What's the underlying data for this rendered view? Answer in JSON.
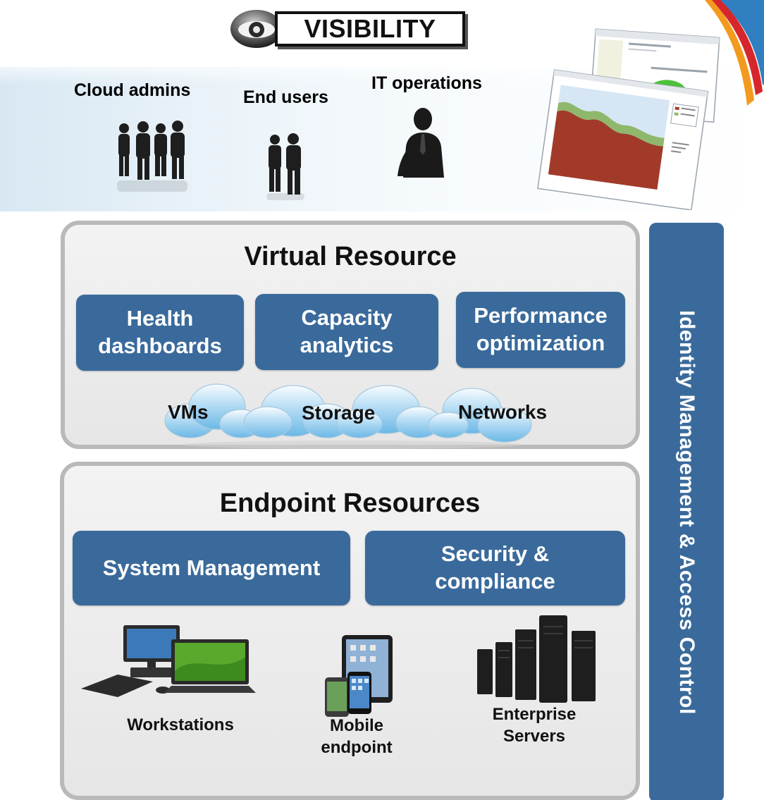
{
  "header": {
    "title": "VISIBILITY",
    "roles": [
      "Cloud admins",
      "End users",
      "IT operations"
    ]
  },
  "virtual": {
    "title": "Virtual Resource",
    "buttons": [
      "Health\ndashboards",
      "Capacity\nanalytics",
      "Performance\noptimization"
    ],
    "resources": [
      "VMs",
      "Storage",
      "Networks"
    ]
  },
  "endpoint": {
    "title": "Endpoint Resources",
    "buttons": [
      "System Management",
      "Security &\ncompliance"
    ],
    "devices": [
      "Workstations",
      "Mobile\nendpoint",
      "Enterprise\nServers"
    ]
  },
  "sidebar": {
    "label": "Identity Management & Access Control"
  },
  "colors": {
    "accent_blue": "#3a6a9b",
    "panel_border": "#b9b9b9",
    "panel_bg": "#ececec",
    "corner_red": "#d7262b",
    "corner_orange": "#f39a1e",
    "corner_blue": "#2f7fc1"
  },
  "icons": [
    "eye-icon",
    "people-group-icon",
    "people-pair-icon",
    "businessman-icon",
    "dashboard-screenshot-icon",
    "cloud-icon",
    "workstation-icon",
    "mobile-devices-icon",
    "server-rack-icon",
    "corner-stripes-decoration"
  ]
}
